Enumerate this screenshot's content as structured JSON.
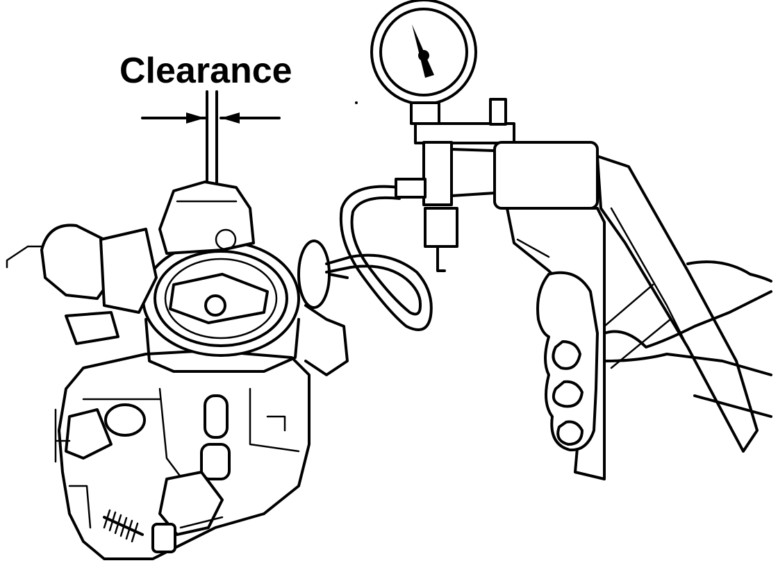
{
  "figure": {
    "clearance_label": "Clearance"
  },
  "colors": {
    "ink": "#000000",
    "paper": "#ffffff"
  },
  "icons": [
    "carburetor",
    "vacuum-pump",
    "vacuum-gauge",
    "hand",
    "hose"
  ]
}
